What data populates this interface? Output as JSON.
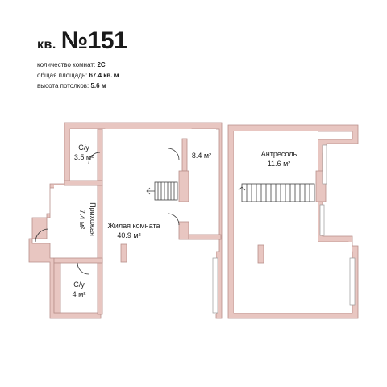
{
  "apartment": {
    "prefix": "кв.",
    "number": "№151",
    "rooms_label": "количество комнат:",
    "rooms_value": "2С",
    "area_label": "общая площадь:",
    "area_value": "67.4 кв. м",
    "height_label": "высота потолков:",
    "height_value": "5.6 м"
  },
  "plan": {
    "rooms": {
      "bathroom1_name": "С/у",
      "bathroom1_area": "3.5 м²",
      "room_small_area": "8.4 м²",
      "hallway_name": "Прихожая",
      "hallway_area": "7.4 м²",
      "living_name": "Жилая комната",
      "living_area": "40.9 м²",
      "bathroom2_name": "С/у",
      "bathroom2_area": "4 м²",
      "mezzanine_name": "Антресоль",
      "mezzanine_area": "11.6 м²"
    },
    "colors": {
      "wall": "#e8c6c1",
      "background": "#ffffff"
    }
  }
}
